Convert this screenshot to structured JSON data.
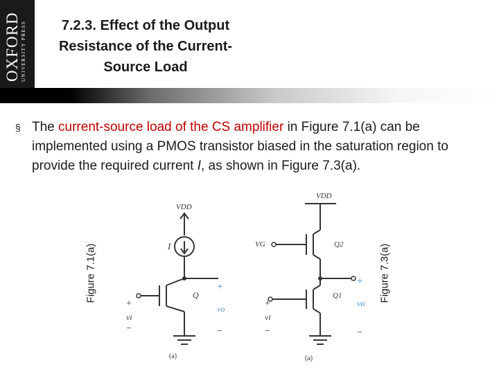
{
  "logo": {
    "name": "OXFORD",
    "sub": "UNIVERSITY PRESS"
  },
  "title": {
    "line1": "7.2.3. Effect of the Output",
    "line2": "Resistance of the Current-",
    "line3": "Source Load"
  },
  "bullet": {
    "marker": "§",
    "before": "The ",
    "highlight": "current-source load of the CS amplifier",
    "after_italic_start": " in Figure 7.1(a) can be implemented using a PMOS transistor biased in the saturation region to provide the required current ",
    "italic": "I",
    "after": ", as shown in Figure 7.3(a)."
  },
  "figures": {
    "left_label": "Figure 7.1(a)",
    "right_label": "Figure 7.3(a)",
    "left": {
      "supply": "VDD",
      "source_label": "I",
      "transistor": "Q",
      "plus": "+",
      "minus": "−",
      "out": "vo",
      "in": "vi",
      "caption": "(a)"
    },
    "right": {
      "supply": "VDD",
      "gate": "VG",
      "q2": "Q2",
      "q1": "Q1",
      "plus": "+",
      "minus": "−",
      "out": "vo",
      "in": "vi",
      "caption": "(a)"
    }
  },
  "colors": {
    "accent": "#c00000",
    "output_label": "#4a90c8",
    "circuit": "#333333"
  }
}
